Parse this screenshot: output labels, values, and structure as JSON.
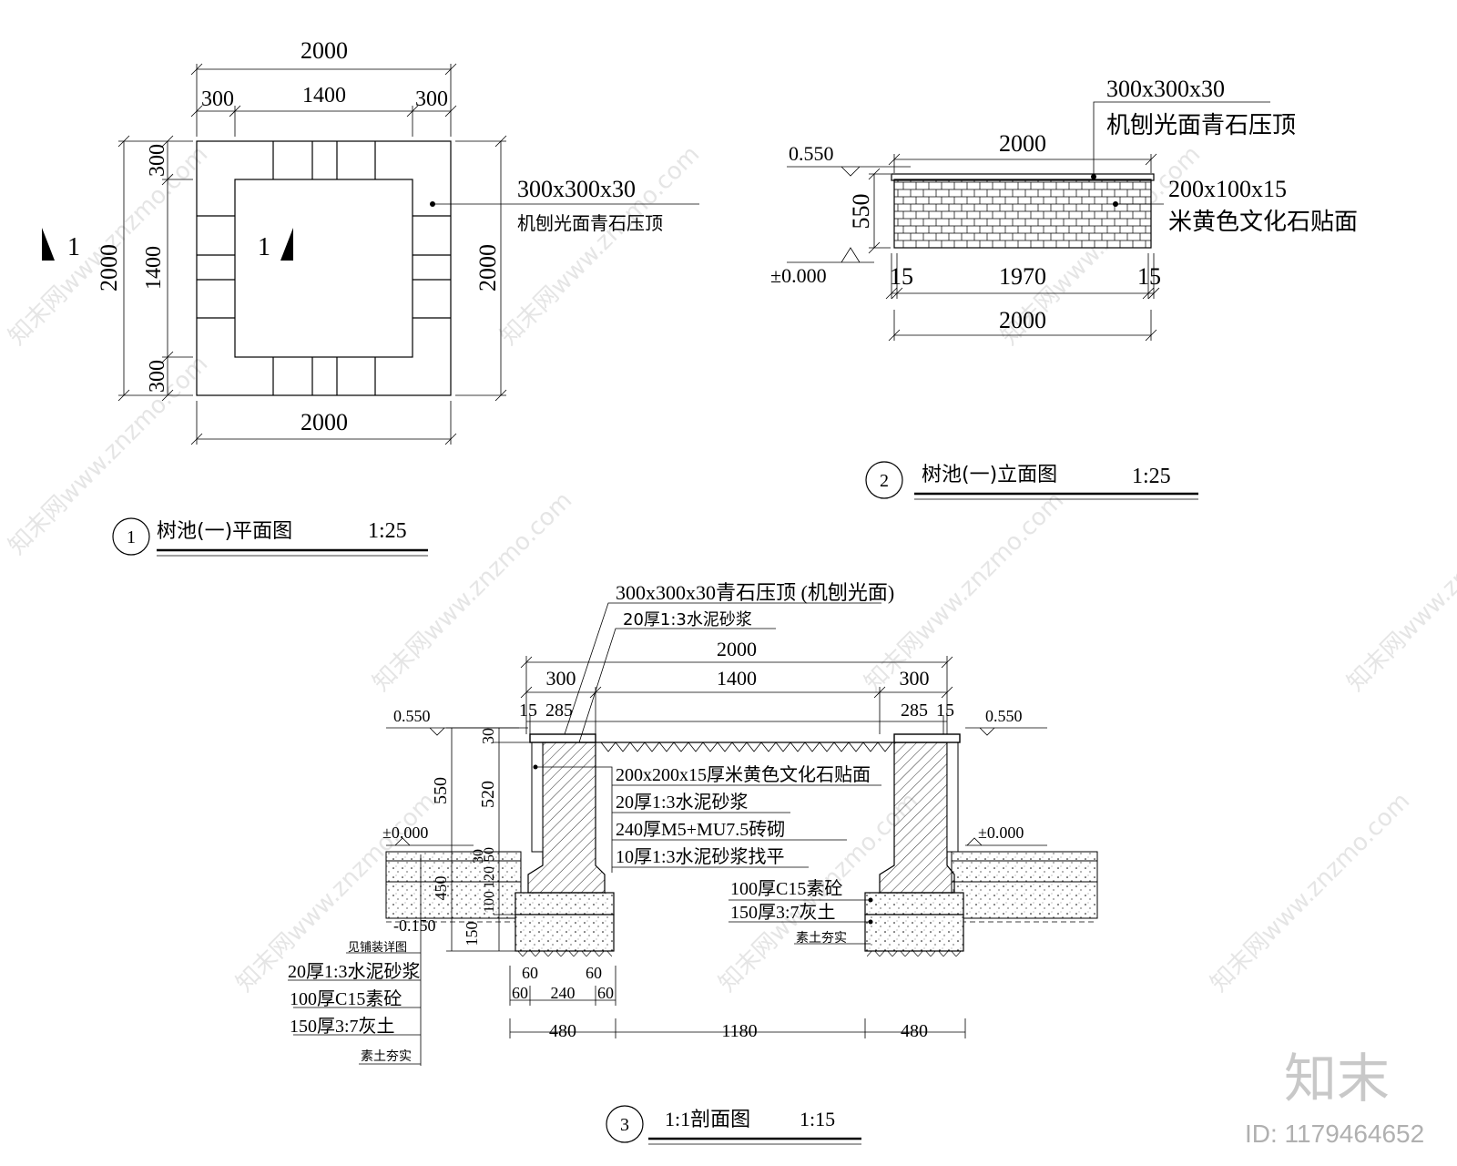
{
  "plan": {
    "dims": {
      "total": "2000",
      "side": "300",
      "inner": "1400"
    },
    "callout": {
      "spec": "300x300x30",
      "material": "机刨光面青石压顶"
    },
    "section_mark": "1",
    "title": {
      "num": "1",
      "name": "树池(一)平面图",
      "scale": "1:25"
    }
  },
  "elevation": {
    "top_level": "0.550",
    "ground_level": "±0.000",
    "height": "550",
    "width": "2000",
    "edge": "15",
    "inner_width": "1970",
    "coping": {
      "spec": "300x300x30",
      "material": "机刨光面青石压顶"
    },
    "facing": {
      "spec": "200x100x15",
      "material": "米黄色文化石贴面"
    },
    "title": {
      "num": "2",
      "name": "树池(一)立面图",
      "scale": "1:25"
    }
  },
  "section": {
    "top_notes": [
      "300x300x30青石压顶 (机刨光面)",
      "20厚1:3水泥砂浆"
    ],
    "dims_top": {
      "total": "2000",
      "side": "300",
      "inner": "1400",
      "edge": "15",
      "offset": "285"
    },
    "levels": {
      "top": "0.550",
      "ground_left": "±0.000",
      "ground_right": "±0.000",
      "bottom": "-0.150"
    },
    "dims_left": [
      "30",
      "520",
      "550",
      "50",
      "120",
      "30",
      "100",
      "450",
      "150"
    ],
    "wall_notes": [
      "200x200x15厚米黄色文化石贴面",
      "20厚1:3水泥砂浆",
      "240厚M5+MU7.5砖砌",
      "10厚1:3水泥砂浆找平"
    ],
    "footing_notes": [
      "100厚C15素砼",
      "150厚3:7灰土",
      "素土夯实"
    ],
    "paving_notes": [
      "见铺装详图",
      "20厚1:3水泥砂浆",
      "100厚C15素砼",
      "150厚3:7灰土",
      "素土夯实"
    ],
    "dims_bottom_small": [
      "60",
      "60",
      "240",
      "60",
      "60"
    ],
    "dims_bottom": [
      "480",
      "1180",
      "480"
    ],
    "title": {
      "num": "3",
      "name": "1:1剖面图",
      "scale": "1:15"
    }
  },
  "brand": {
    "logo": "知末",
    "id": "ID: 1179464652",
    "watermark": "知末网www.znzmo.com"
  }
}
